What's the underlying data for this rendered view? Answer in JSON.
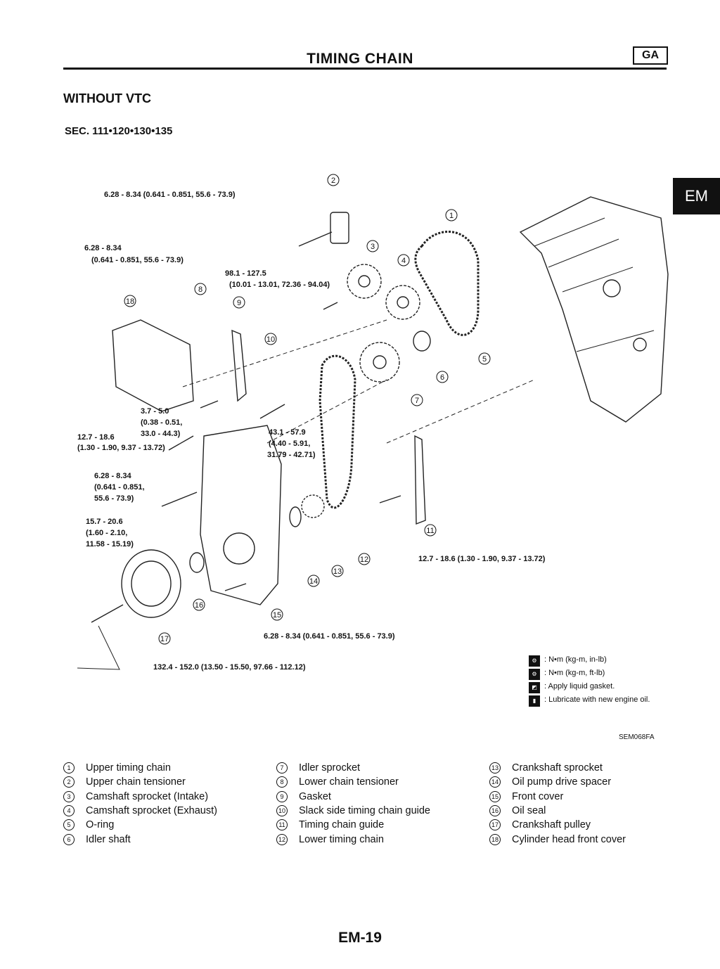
{
  "header": {
    "title": "TIMING CHAIN",
    "badge": "GA"
  },
  "section_title": "WITHOUT VTC",
  "sec_number": "SEC. 111•120•130•135",
  "side_tab": "EM",
  "torque_labels": [
    "6.28 - 8.34 (0.641 - 0.851, 55.6 - 73.9)",
    "6.28 - 8.34",
    "(0.641 - 0.851, 55.6 - 73.9)",
    "98.1 - 127.5",
    "(10.01 - 13.01, 72.36 - 94.04)",
    "3.7 - 5.0",
    "(0.38 - 0.51,",
    "33.0 - 44.3)",
    "12.7 - 18.6",
    "(1.30 - 1.90, 9.37 - 13.72)",
    "43.1 - 57.9",
    "(4.40 - 5.91,",
    "31.79 - 42.71)",
    "6.28 - 8.34",
    "(0.641 - 0.851,",
    "55.6 - 73.9)",
    "15.7 - 20.6",
    "(1.60 - 2.10,",
    "11.58 - 15.19)",
    "12.7 - 18.6 (1.30 - 1.90, 9.37 - 13.72)",
    "6.28 - 8.34 (0.641 - 0.851, 55.6 - 73.9)",
    "132.4 - 152.0 (13.50 - 15.50, 97.66 - 112.12)"
  ],
  "callout_numbers": [
    "1",
    "2",
    "3",
    "4",
    "5",
    "6",
    "7",
    "8",
    "9",
    "10",
    "11",
    "12",
    "13",
    "14",
    "15",
    "16",
    "17",
    "18"
  ],
  "legend": [
    {
      "icon": "torque-nm-kgm-inlb-icon",
      "text": ": N•m (kg-m, in-lb)"
    },
    {
      "icon": "torque-nm-kgm-ftlb-icon",
      "text": ": N•m (kg-m, ft-lb)"
    },
    {
      "icon": "liquid-gasket-icon",
      "text": ": Apply liquid gasket."
    },
    {
      "icon": "engine-oil-icon",
      "text": ": Lubricate with new engine oil."
    }
  ],
  "figure_code": "SEM068FA",
  "parts": [
    {
      "num": "1",
      "name": "Upper timing chain"
    },
    {
      "num": "2",
      "name": "Upper chain tensioner"
    },
    {
      "num": "3",
      "name": "Camshaft sprocket (Intake)"
    },
    {
      "num": "4",
      "name": "Camshaft sprocket (Exhaust)"
    },
    {
      "num": "5",
      "name": "O-ring"
    },
    {
      "num": "6",
      "name": "Idler shaft"
    },
    {
      "num": "7",
      "name": "Idler sprocket"
    },
    {
      "num": "8",
      "name": "Lower chain tensioner"
    },
    {
      "num": "9",
      "name": "Gasket"
    },
    {
      "num": "10",
      "name": "Slack side timing chain guide"
    },
    {
      "num": "11",
      "name": "Timing chain guide"
    },
    {
      "num": "12",
      "name": "Lower timing chain"
    },
    {
      "num": "13",
      "name": "Crankshaft sprocket"
    },
    {
      "num": "14",
      "name": "Oil pump drive spacer"
    },
    {
      "num": "15",
      "name": "Front cover"
    },
    {
      "num": "16",
      "name": "Oil seal"
    },
    {
      "num": "17",
      "name": "Crankshaft pulley"
    },
    {
      "num": "18",
      "name": "Cylinder head front cover"
    }
  ],
  "page_number": "EM-19"
}
